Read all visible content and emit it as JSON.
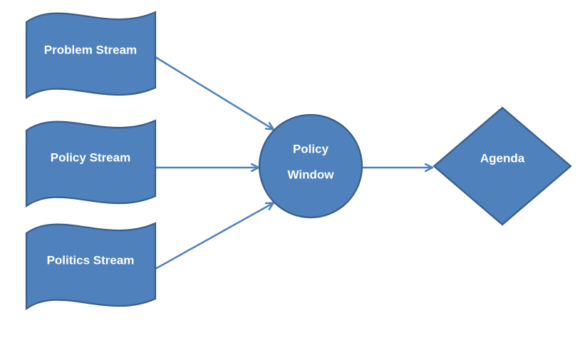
{
  "nodes": {
    "problem_stream": "Problem Stream",
    "policy_stream": "Policy Stream",
    "politics_stream": "Politics Stream",
    "policy_window_line1": "Policy",
    "policy_window_line2": "Window",
    "agenda": "Agenda"
  },
  "edges": [
    {
      "from": "Problem Stream",
      "to": "Policy Window"
    },
    {
      "from": "Policy Stream",
      "to": "Policy Window"
    },
    {
      "from": "Politics Stream",
      "to": "Policy Window"
    },
    {
      "from": "Policy Window",
      "to": "Agenda"
    }
  ],
  "colors": {
    "shape_fill": "#4f81bd",
    "shape_outline": "#385d8a",
    "connector": "#4f81bd",
    "text": "#ffffff"
  }
}
